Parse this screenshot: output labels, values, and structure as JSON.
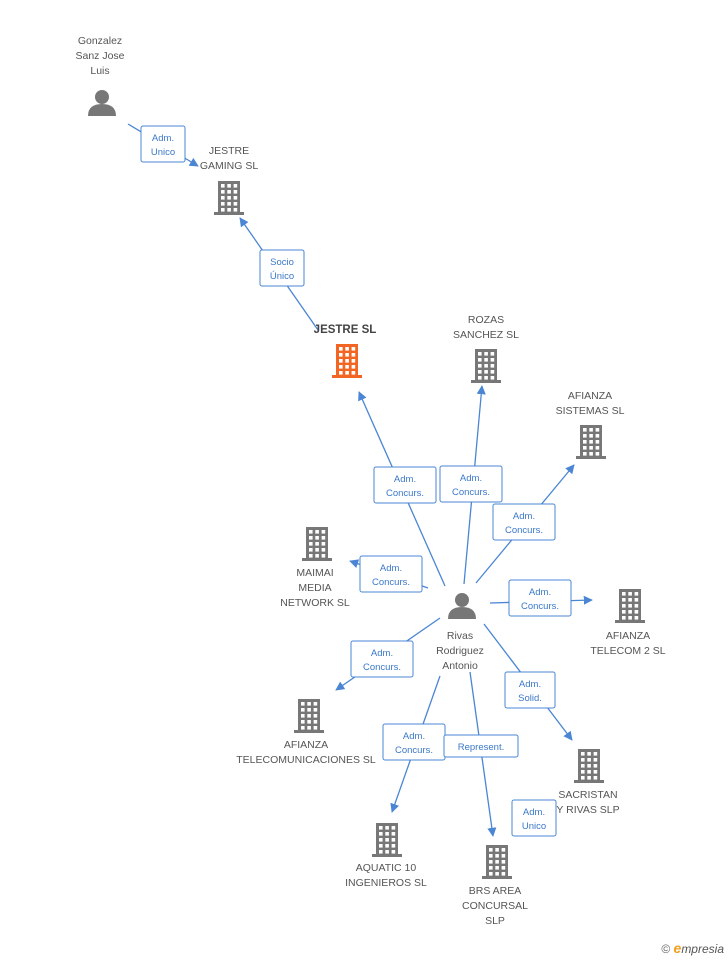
{
  "colors": {
    "edge": "#4a86d4",
    "node": "#777777",
    "main_node": "#f26522",
    "label_text": "#3a78c9",
    "brand_accent": "#f0a020"
  },
  "nodes": [
    {
      "id": "gonzalez",
      "kind": "person",
      "icon": "person-icon",
      "label": [
        "Gonzalez",
        "Sanz Jose",
        "Luis"
      ]
    },
    {
      "id": "jestre_gaming",
      "kind": "company",
      "icon": "building-icon",
      "label": [
        "JESTRE",
        "GAMING SL"
      ]
    },
    {
      "id": "jestre",
      "kind": "company",
      "icon": "building-icon",
      "main": true,
      "label": [
        "JESTRE SL"
      ]
    },
    {
      "id": "rozas",
      "kind": "company",
      "icon": "building-icon",
      "label": [
        "ROZAS",
        "SANCHEZ SL"
      ]
    },
    {
      "id": "afianza_sistemas",
      "kind": "company",
      "icon": "building-icon",
      "label": [
        "AFIANZA",
        "SISTEMAS SL"
      ]
    },
    {
      "id": "maimai",
      "kind": "company",
      "icon": "building-icon",
      "label": [
        "MAIMAI",
        "MEDIA",
        "NETWORK SL"
      ]
    },
    {
      "id": "rivas",
      "kind": "person",
      "icon": "person-icon",
      "label": [
        "Rivas",
        "Rodriguez",
        "Antonio"
      ]
    },
    {
      "id": "afianza_telecom2",
      "kind": "company",
      "icon": "building-icon",
      "label": [
        "AFIANZA",
        "TELECOM 2 SL"
      ]
    },
    {
      "id": "afianza_telecom",
      "kind": "company",
      "icon": "building-icon",
      "label": [
        "AFIANZA",
        "TELECOMUNICACIONES SL"
      ]
    },
    {
      "id": "sacristan",
      "kind": "company",
      "icon": "building-icon",
      "label": [
        "SACRISTAN",
        "Y RIVAS SLP"
      ]
    },
    {
      "id": "aquatic",
      "kind": "company",
      "icon": "building-icon",
      "label": [
        "AQUATIC 10",
        "INGENIEROS SL"
      ]
    },
    {
      "id": "brs",
      "kind": "company",
      "icon": "building-icon",
      "label": [
        "BRS AREA",
        "CONCURSAL",
        "SLP"
      ]
    }
  ],
  "edges": [
    {
      "from": "gonzalez",
      "to": "jestre_gaming",
      "label": [
        "Adm.",
        "Unico"
      ]
    },
    {
      "from": "jestre",
      "to": "jestre_gaming",
      "label": [
        "Socio",
        "Único"
      ]
    },
    {
      "from": "rivas",
      "to": "jestre",
      "label": [
        "Adm.",
        "Concurs."
      ]
    },
    {
      "from": "rivas",
      "to": "rozas",
      "label": [
        "Adm.",
        "Concurs."
      ]
    },
    {
      "from": "rivas",
      "to": "afianza_sistemas",
      "label": [
        "Adm.",
        "Concurs."
      ]
    },
    {
      "from": "rivas",
      "to": "maimai",
      "label": [
        "Adm.",
        "Concurs."
      ]
    },
    {
      "from": "rivas",
      "to": "afianza_telecom2",
      "label": [
        "Adm.",
        "Concurs."
      ]
    },
    {
      "from": "rivas",
      "to": "afianza_telecom",
      "label": [
        "Adm.",
        "Concurs."
      ]
    },
    {
      "from": "rivas",
      "to": "sacristan",
      "label": [
        "Adm.",
        "Solid."
      ]
    },
    {
      "from": "rivas",
      "to": "aquatic",
      "label": [
        "Adm.",
        "Concurs."
      ]
    },
    {
      "from": "rivas",
      "to": "brs",
      "label": [
        "Represent."
      ]
    },
    {
      "from": "sacristan",
      "to": "brs",
      "label": [
        "Adm.",
        "Unico"
      ]
    }
  ],
  "footer": {
    "copyright": "©",
    "brand_initial": "e",
    "brand_rest": "mpresia"
  }
}
